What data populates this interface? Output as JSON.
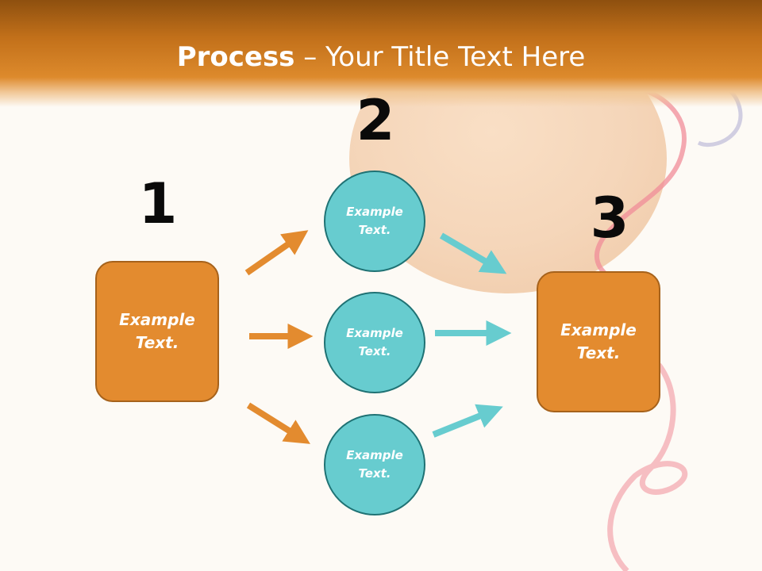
{
  "slide": {
    "title_bold": "Process",
    "title_rest": " – Your Title Text Here"
  },
  "steps": [
    {
      "number": "1",
      "text": "Example Text."
    },
    {
      "number": "2",
      "items": [
        {
          "text": "Example Text."
        },
        {
          "text": "Example Text."
        },
        {
          "text": "Example Text."
        }
      ]
    },
    {
      "number": "3",
      "text": "Example Text."
    }
  ],
  "colors": {
    "header": "#dd8a2c",
    "box_fill": "#e38b2f",
    "box_border": "#a6621b",
    "circle_fill": "#67cccf",
    "circle_border": "#1f7274",
    "arrow_orange": "#e38b2f",
    "arrow_teal": "#67cccf"
  }
}
